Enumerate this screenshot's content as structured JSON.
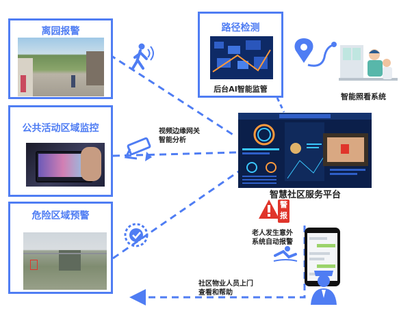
{
  "cards": {
    "leave_yard": {
      "title": "离园报警"
    },
    "public_area": {
      "title": "公共活动区域监控"
    },
    "danger_zone": {
      "title": "危险区域预警"
    },
    "path_detection": {
      "title": "路径检测",
      "caption": "后台AI智能监管"
    }
  },
  "labels": {
    "smart_care": "智能照看系统",
    "video_gateway_line1": "视频边缘网关",
    "video_gateway_line2": "智能分析",
    "platform": "智慧社区服务平台",
    "alert_badge": "警报",
    "elder_alert_line1": "老人发生意外",
    "elder_alert_line2": "系统自动报警",
    "staff_line1": "社区物业人员上门",
    "staff_line2": "查看和帮助"
  },
  "colors": {
    "accent": "#4f7df3",
    "alert_red": "#e0352b",
    "dashboard_bg": "#0b1f4a"
  }
}
